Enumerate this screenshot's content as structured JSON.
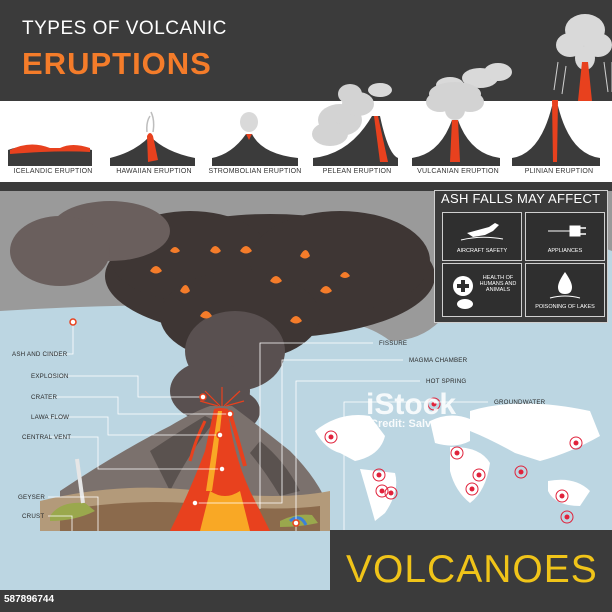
{
  "header": {
    "title_line1": "TYPES OF VOLCANIC",
    "title_line2": "ERUPTIONS"
  },
  "eruption_types": [
    {
      "label": "ICELANDIC ERUPTION"
    },
    {
      "label": "HAWAIIAN ERUPTION"
    },
    {
      "label": "STROMBOLIAN ERUPTION"
    },
    {
      "label": "PELEAN ERUPTION"
    },
    {
      "label": "VULCANIAN ERUPTION"
    },
    {
      "label": "PLINIAN ERUPTION"
    }
  ],
  "ash_falls": {
    "title": "ASH FALLS MAY AFFECT",
    "items": [
      {
        "label": "AIRCRAFT SAFETY",
        "icon": "airplane-icon"
      },
      {
        "label": "APPLIANCES",
        "icon": "plug-icon"
      },
      {
        "label": "HEALTH OF HUMANS AND ANIMALS",
        "icon": "health-icon"
      },
      {
        "label": "POISONING OF LAKES",
        "icon": "water-drop-icon"
      }
    ]
  },
  "left_labels": [
    {
      "label": "ASH AND CINDER"
    },
    {
      "label": "EXPLOSION"
    },
    {
      "label": "CRATER"
    },
    {
      "label": "LAWA FLOW"
    },
    {
      "label": "CENTRAL VENT"
    },
    {
      "label": "GEYSER"
    },
    {
      "label": "CRUST"
    }
  ],
  "right_labels": [
    {
      "label": "FISSURE"
    },
    {
      "label": "MAGMA CHAMBER"
    },
    {
      "label": "HOT SPRING"
    },
    {
      "label": "GROUNDWATER"
    }
  ],
  "footer": {
    "title": "VOLCANOES",
    "stock_id": "587896744"
  },
  "watermark": {
    "brand": "iStock",
    "credit": "Credit: SalvagorGall"
  },
  "colors": {
    "dark": "#3b3b3b",
    "orange": "#f47c2a",
    "yellow": "#f0c419",
    "sky": "#bcd6e2",
    "lava": "#e8411e"
  }
}
